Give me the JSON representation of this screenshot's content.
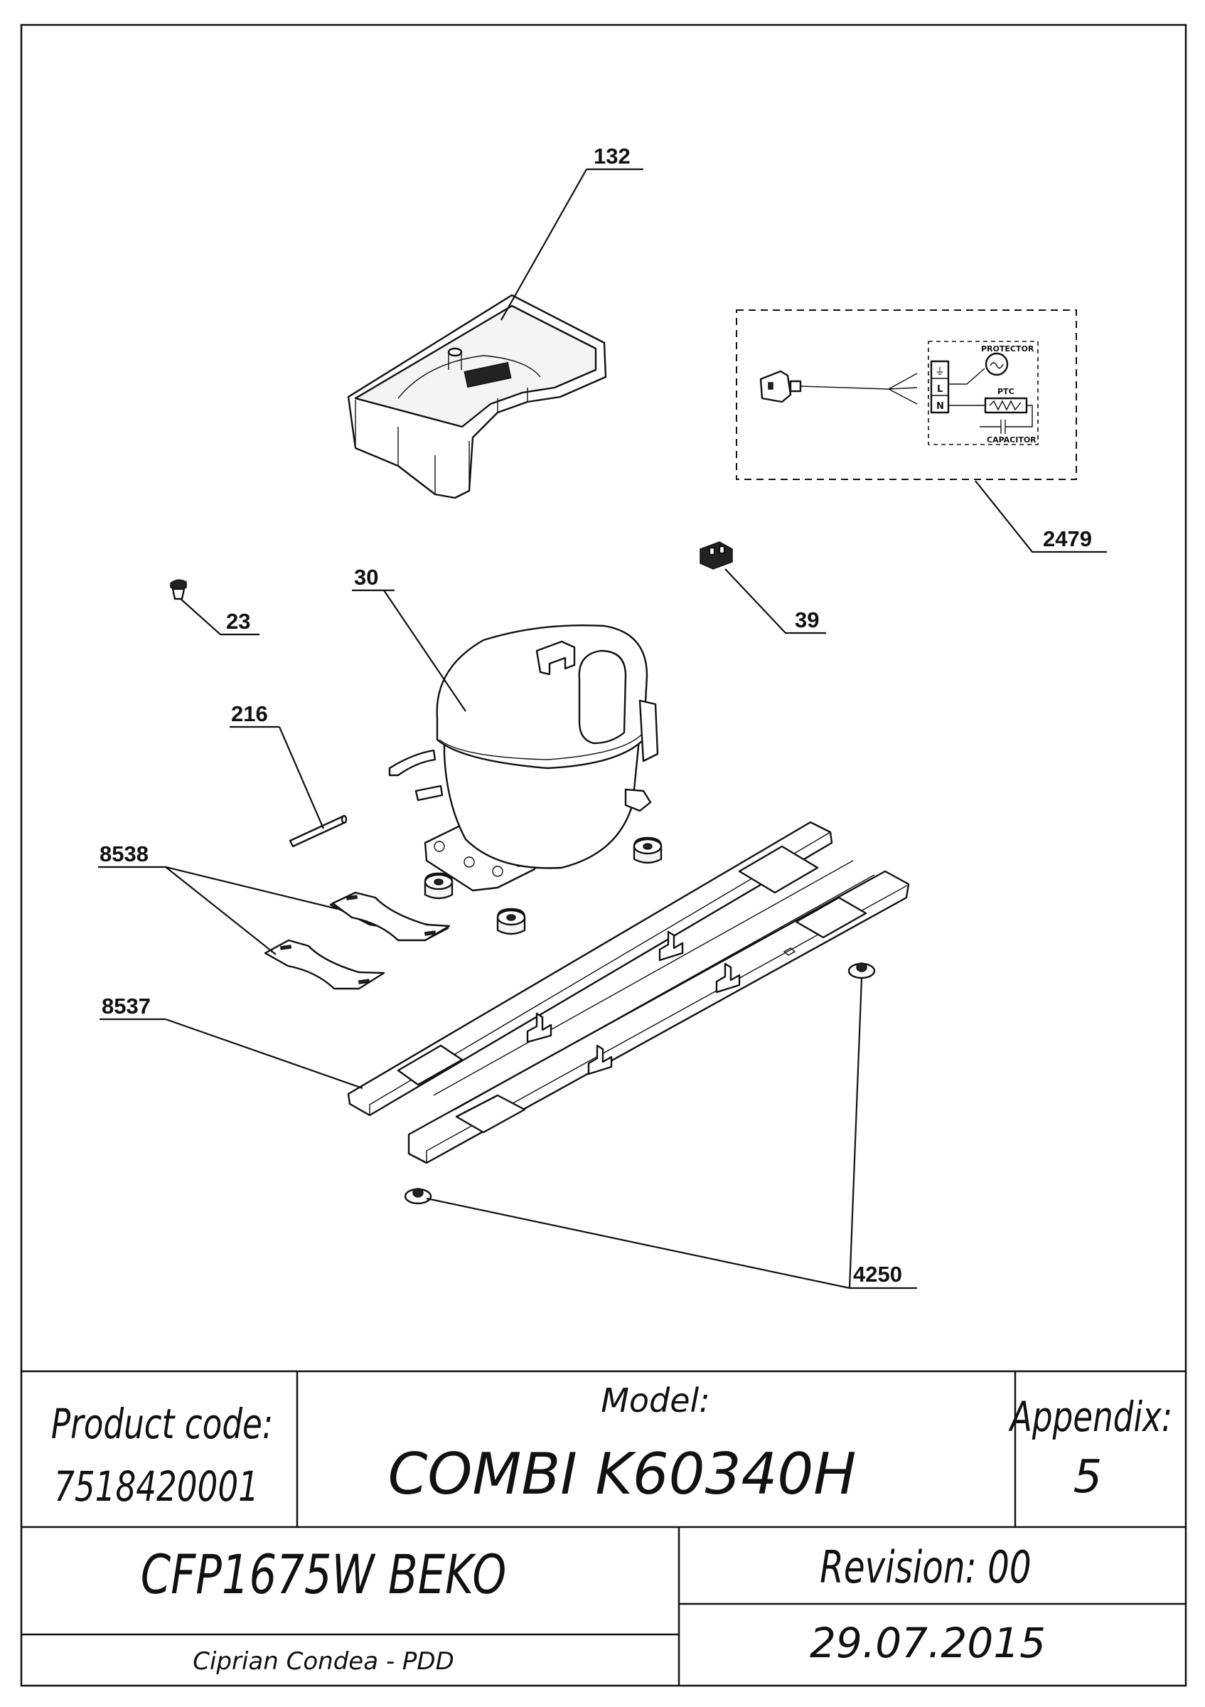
{
  "diagram": {
    "callouts": [
      {
        "id": "132",
        "label": "132"
      },
      {
        "id": "2479",
        "label": "2479"
      },
      {
        "id": "23",
        "label": "23"
      },
      {
        "id": "30",
        "label": "30"
      },
      {
        "id": "39",
        "label": "39"
      },
      {
        "id": "216",
        "label": "216"
      },
      {
        "id": "8538",
        "label": "8538"
      },
      {
        "id": "8537",
        "label": "8537"
      },
      {
        "id": "4250",
        "label": "4250"
      }
    ],
    "wiring": {
      "protector": "PROTECTOR",
      "ptc": "PTC",
      "capacitor": "CAPACITOR",
      "terminals": [
        "⏚",
        "L",
        "N"
      ]
    }
  },
  "title_block": {
    "product_code_label": "Product code:",
    "product_code": "7518420001",
    "model_label": "Model:",
    "model": "COMBI K60340H",
    "appendix_label": "Appendix:",
    "appendix": "5",
    "product_name": "CFP1675W BEKO",
    "revision": "Revision: 00",
    "author": "Ciprian Condea - PDD",
    "date": "29.07.2015"
  }
}
